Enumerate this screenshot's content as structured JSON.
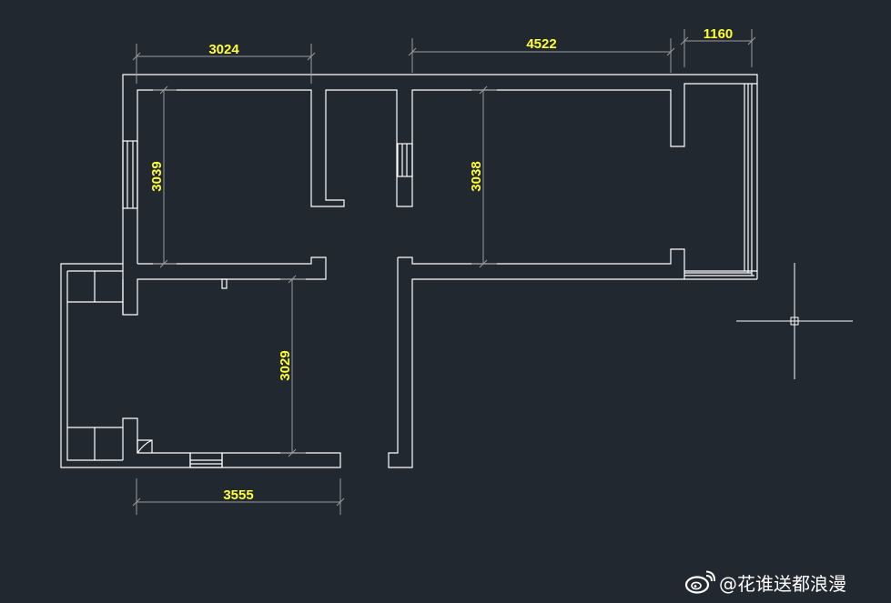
{
  "dimensions": {
    "top_left_width": "3024",
    "top_right_width": "4522",
    "balcony_width": "1160",
    "bottom_width": "3555",
    "left_room_height": "3039",
    "right_room_height": "3038",
    "bottom_room_height": "3029"
  },
  "watermark": {
    "text": "@花谁送都浪漫",
    "icon": "weibo-icon"
  },
  "colors": {
    "background": "#212830",
    "walls": "#ffffff",
    "dimension_text": "#ffff33",
    "dimension_lines": "#9a9a9a"
  },
  "cursor": {
    "icon": "crosshair-cursor-icon"
  }
}
